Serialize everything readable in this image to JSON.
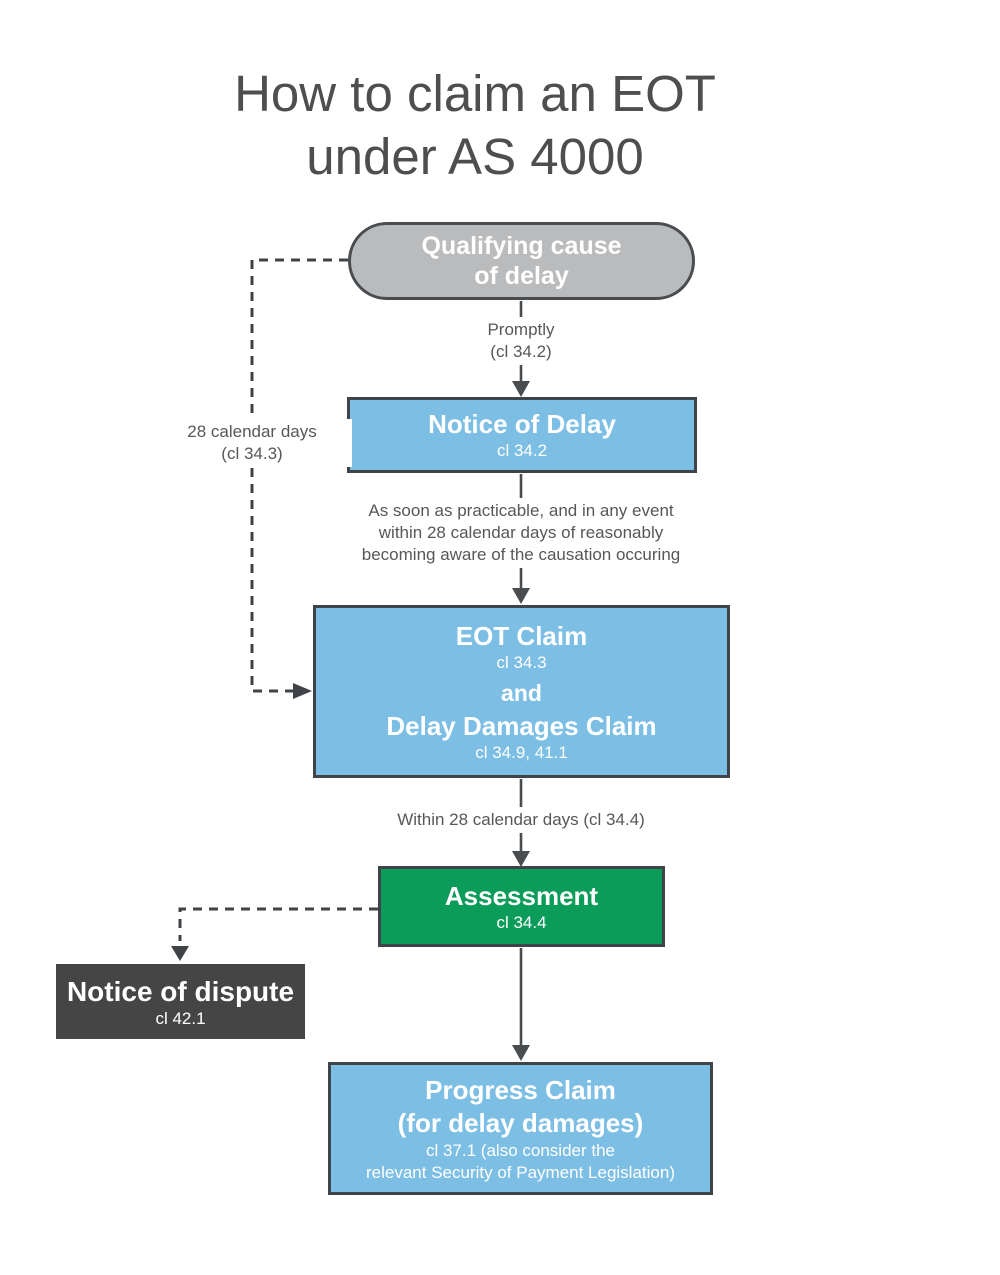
{
  "title": {
    "line1": "How to claim an EOT",
    "line2": "under AS 4000"
  },
  "nodes": {
    "qualifying_cause": {
      "line1": "Qualifying cause",
      "line2": "of delay"
    },
    "notice_of_delay": {
      "title": "Notice of Delay",
      "clause": "cl 34.2"
    },
    "eot_claim": {
      "title": "EOT Claim",
      "clause": "cl 34.3",
      "joiner": "and",
      "title2": "Delay Damages Claim",
      "clause2": "cl 34.9, 41.1"
    },
    "assessment": {
      "title": "Assessment",
      "clause": "cl 34.4"
    },
    "notice_of_dispute": {
      "title": "Notice of dispute",
      "clause": "cl 42.1"
    },
    "progress_claim": {
      "title": "Progress Claim",
      "subtitle": "(for delay damages)",
      "clause_line1": "cl 37.1 (also consider the",
      "clause_line2": "relevant Security of Payment Legislation)"
    }
  },
  "edge_labels": {
    "promptly": {
      "line1": "Promptly",
      "line2": "(cl 34.2)"
    },
    "notice_window": {
      "line1": "As soon as practicable, and in any event",
      "line2": "within 28 calendar days of reasonably",
      "line3": "becoming aware of the causation occuring"
    },
    "deemed_window": {
      "line1": "28 calendar days",
      "line2": "(cl 34.3)"
    },
    "assessment_window": {
      "text": "Within 28 calendar days (cl 34.4)"
    }
  },
  "colors": {
    "blue": "#7cbee4",
    "green": "#0b9c5a",
    "gray": "#b9bbbd",
    "dark": "#454545",
    "outline": "#3f4448",
    "line": "#4a4d50",
    "dash": "#3f4347",
    "label_text": "#55575a",
    "title_text": "#4c4e50"
  }
}
